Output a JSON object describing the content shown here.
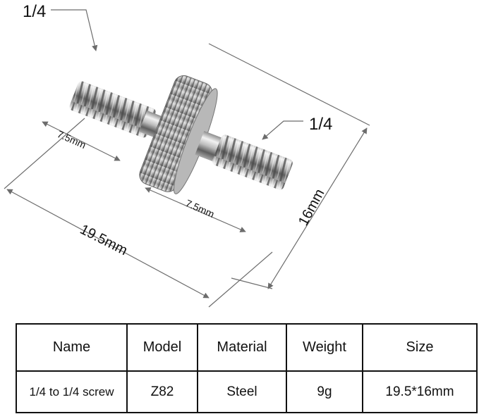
{
  "diagram": {
    "top_thread_label": "1/4",
    "right_thread_label": "1/4",
    "left_length_label": "7.5mm",
    "right_length_label": "7.5mm",
    "total_length_label": "19.5mm",
    "height_label": "16mm"
  },
  "table": {
    "headers": [
      "Name",
      "Model",
      "Material",
      "Weight",
      "Size"
    ],
    "rows": [
      [
        "1/4 to 1/4 screw",
        "Z82",
        "Steel",
        "9g",
        "19.5*16mm"
      ]
    ]
  }
}
